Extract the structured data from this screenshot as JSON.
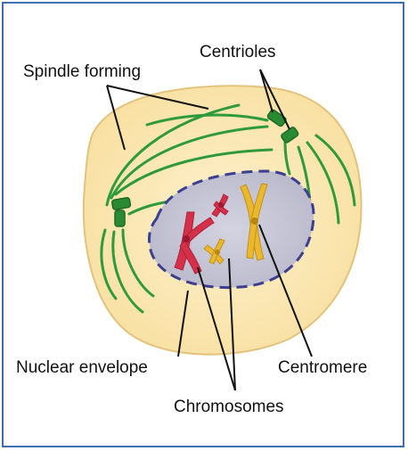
{
  "labels": {
    "spindle_forming": "Spindle forming",
    "centrioles": "Centrioles",
    "nuclear_envelope": "Nuclear envelope",
    "centromere": "Centromere",
    "chromosomes": "Chromosomes"
  },
  "colors": {
    "frame": "#3f6fb0",
    "cytoplasm": "#fbe8b6",
    "cell_outline": "#e9c986",
    "spindle": "#2f9a3c",
    "nucleus": "#c8c7d6",
    "nuclear_envelope": "#3b3f8f",
    "chromosome_red": "#d4304a",
    "chromosome_yellow": "#e9b82c"
  }
}
